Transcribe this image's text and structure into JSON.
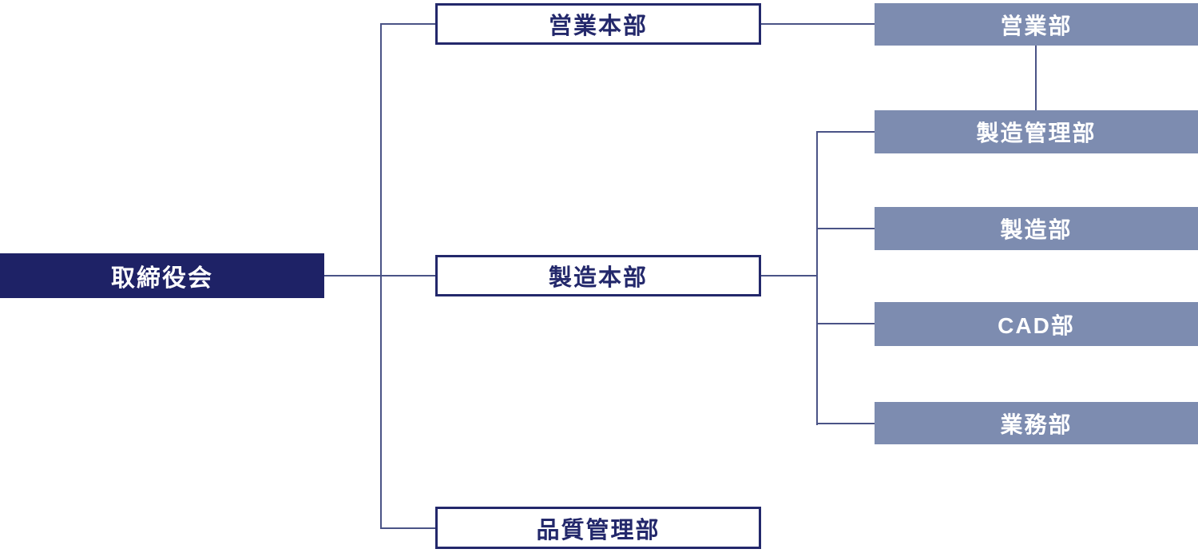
{
  "chart": {
    "type": "org-chart",
    "root": {
      "label": "取締役会"
    },
    "divisions": [
      {
        "label": "営業本部",
        "children": [
          {
            "label": "営業部"
          }
        ]
      },
      {
        "label": "製造本部",
        "children": [
          {
            "label": "製造管理部"
          },
          {
            "label": "製造部"
          },
          {
            "label": "CAD部"
          },
          {
            "label": "業務部"
          }
        ]
      },
      {
        "label": "品質管理部",
        "children": []
      }
    ],
    "extra_edges": [
      {
        "from": "営業部",
        "to": "製造管理部"
      }
    ],
    "colors": {
      "root_fill": "#1e2266",
      "root_text": "#ffffff",
      "division_fill": "#ffffff",
      "division_border": "#23286b",
      "division_text": "#23286b",
      "department_fill": "#7d8cb0",
      "department_text": "#ffffff",
      "connector": "#4a5386",
      "background": "#ffffff"
    }
  }
}
